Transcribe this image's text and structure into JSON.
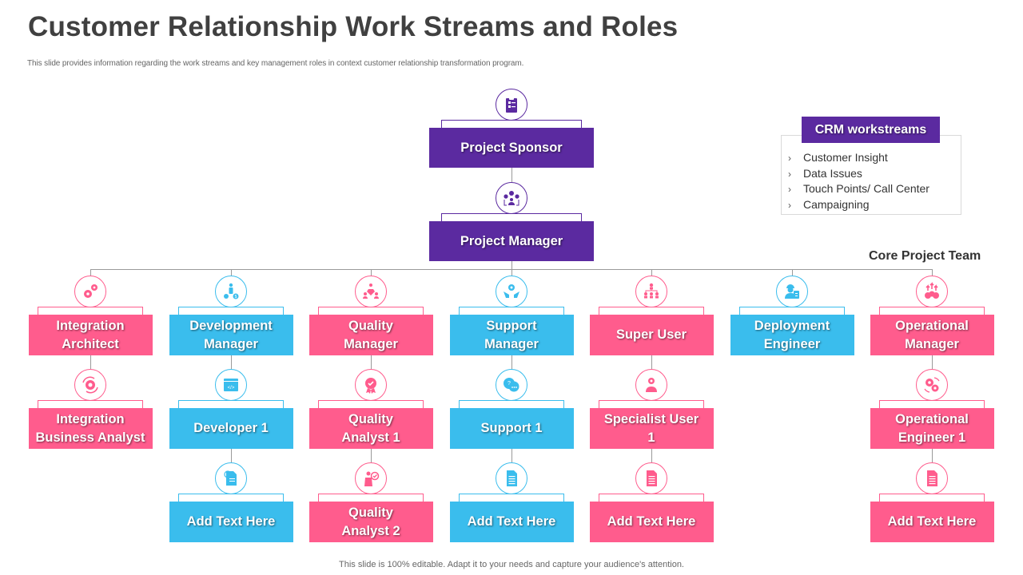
{
  "title": "Customer Relationship Work Streams and Roles",
  "subtitle": "This slide provides information regarding the work streams and key management roles in context customer relationship transformation program.",
  "footer": "This slide is 100% editable. Adapt it to your needs and capture your audience's attention.",
  "colors": {
    "purple": "#5b2aa0",
    "pink": "#ff5c8d",
    "blue": "#3abded",
    "connector": "#9a9a9a"
  },
  "top": [
    {
      "label": "Project Sponsor",
      "color": "purple",
      "icon": "clipboard-icon"
    },
    {
      "label": "Project Manager",
      "color": "purple",
      "icon": "team-gears-icon"
    }
  ],
  "crm": {
    "header": "CRM workstreams",
    "items": [
      "Customer Insight",
      "Data Issues",
      "Touch Points/ Call Center",
      "Campaigning"
    ]
  },
  "core_team_label": "Core Project Team",
  "columns": [
    {
      "nodes": [
        {
          "label": "Integration\nArchitect",
          "color": "pink",
          "icon": "gears-icon"
        },
        {
          "label": "Integration\nBusiness Analyst",
          "color": "pink",
          "icon": "gear-cycle-icon"
        }
      ]
    },
    {
      "nodes": [
        {
          "label": "Development\nManager",
          "color": "blue",
          "icon": "person-gears-dollar-icon"
        },
        {
          "label": "Developer 1",
          "color": "blue",
          "icon": "code-window-icon"
        },
        {
          "label": "Add Text Here",
          "color": "blue",
          "icon": "document-fingerprint-icon"
        }
      ]
    },
    {
      "nodes": [
        {
          "label": "Quality\nManager",
          "color": "pink",
          "icon": "diamond-team-icon"
        },
        {
          "label": "Quality\nAnalyst 1",
          "color": "pink",
          "icon": "award-badge-icon"
        },
        {
          "label": "Quality\nAnalyst 2",
          "color": "pink",
          "icon": "presenter-check-icon"
        }
      ]
    },
    {
      "nodes": [
        {
          "label": "Support\nManager",
          "color": "blue",
          "icon": "hands-gear-icon"
        },
        {
          "label": "Support 1",
          "color": "blue",
          "icon": "chat-question-icon"
        },
        {
          "label": "Add Text Here",
          "color": "blue",
          "icon": "document-icon"
        }
      ]
    },
    {
      "nodes": [
        {
          "label": "Super User",
          "color": "pink",
          "icon": "org-chart-icon"
        },
        {
          "label": "Specialist User\n1",
          "color": "pink",
          "icon": "specialist-person-icon"
        },
        {
          "label": "Add Text Here",
          "color": "pink",
          "icon": "document-icon"
        }
      ]
    },
    {
      "nodes": [
        {
          "label": "Deployment\nEngineer",
          "color": "blue",
          "icon": "worker-clipboard-icon"
        }
      ]
    },
    {
      "nodes": [
        {
          "label": "Operational\nManager",
          "color": "pink",
          "icon": "gears-arrows-up-icon"
        },
        {
          "label": "Operational\nEngineer 1",
          "color": "pink",
          "icon": "gears-rotate-icon"
        },
        {
          "label": "Add Text Here",
          "color": "pink",
          "icon": "document-icon"
        }
      ]
    }
  ]
}
